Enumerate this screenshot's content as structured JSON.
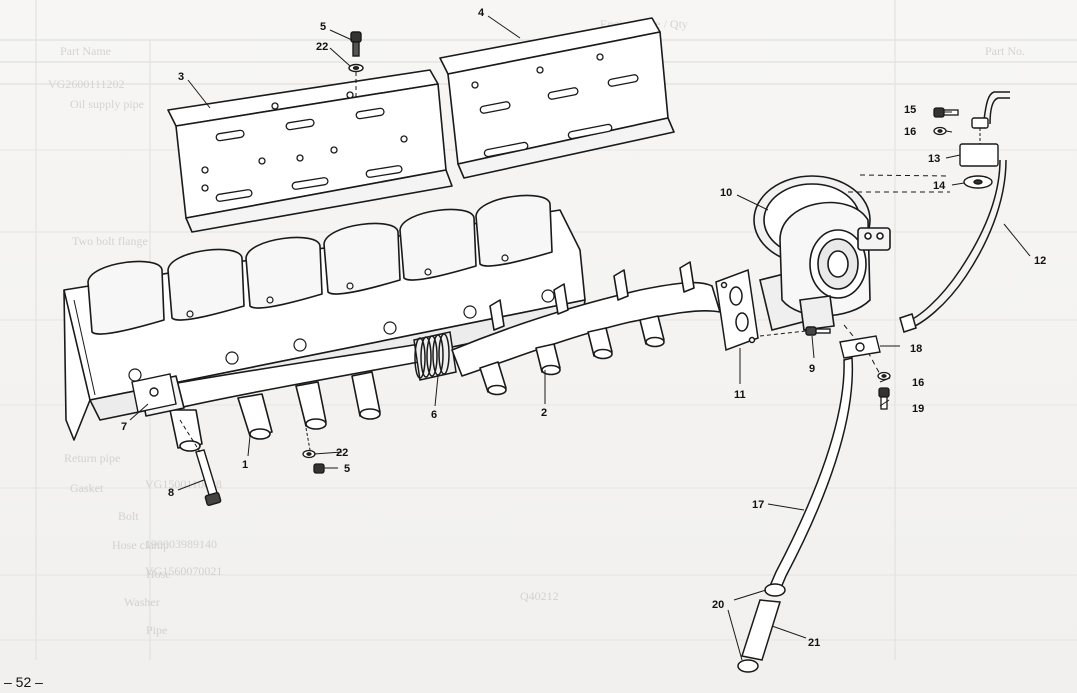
{
  "page": {
    "page_number_label": "– 52 –"
  },
  "callouts": [
    {
      "id": "c1",
      "label": "1"
    },
    {
      "id": "c2",
      "label": "2"
    },
    {
      "id": "c3",
      "label": "3"
    },
    {
      "id": "c4",
      "label": "4"
    },
    {
      "id": "c5a",
      "label": "5"
    },
    {
      "id": "c5b",
      "label": "5"
    },
    {
      "id": "c6",
      "label": "6"
    },
    {
      "id": "c7",
      "label": "7"
    },
    {
      "id": "c8",
      "label": "8"
    },
    {
      "id": "c9",
      "label": "9"
    },
    {
      "id": "c10",
      "label": "10"
    },
    {
      "id": "c11",
      "label": "11"
    },
    {
      "id": "c12",
      "label": "12"
    },
    {
      "id": "c13",
      "label": "13"
    },
    {
      "id": "c14",
      "label": "14"
    },
    {
      "id": "c15",
      "label": "15"
    },
    {
      "id": "c16a",
      "label": "16"
    },
    {
      "id": "c16b",
      "label": "16"
    },
    {
      "id": "c17",
      "label": "17"
    },
    {
      "id": "c18",
      "label": "18"
    },
    {
      "id": "c19",
      "label": "19"
    },
    {
      "id": "c20",
      "label": "20"
    },
    {
      "id": "c21",
      "label": "21"
    },
    {
      "id": "c22a",
      "label": "22"
    },
    {
      "id": "c22b",
      "label": "22"
    }
  ],
  "show_through_text": [
    "Part Name",
    "Engine Type / Qty",
    "Part No.",
    "Oil supply pipe",
    "Two bolt flange",
    "Return pipe",
    "Gasket",
    "Bolt",
    "Hose clamp",
    "Hose",
    "Washer",
    "Pipe",
    "VG2600111202",
    "VG1500110088",
    "VG1560070021",
    "190003989140",
    "Q40212"
  ]
}
